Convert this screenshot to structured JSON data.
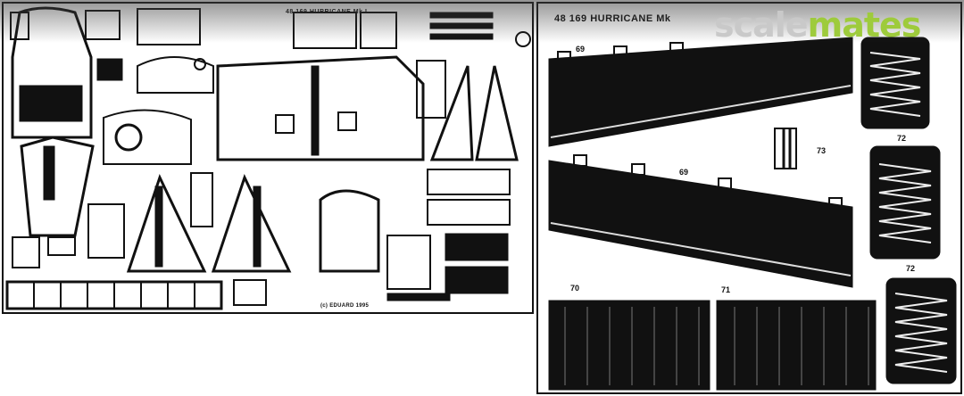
{
  "left_fret": {
    "title": "48 169 HURRICANE Mk.I",
    "copyright": "(c) EDUARD 1995"
  },
  "right_fret": {
    "title": "48 169 HURRICANE Mk",
    "part_numbers": [
      "69",
      "69",
      "70",
      "71",
      "72",
      "72",
      "73"
    ]
  },
  "watermark": {
    "part1": "scale",
    "part2": "mates",
    "colors": {
      "part1": "#c9c9c9",
      "part2": "#9ecb3c"
    }
  }
}
